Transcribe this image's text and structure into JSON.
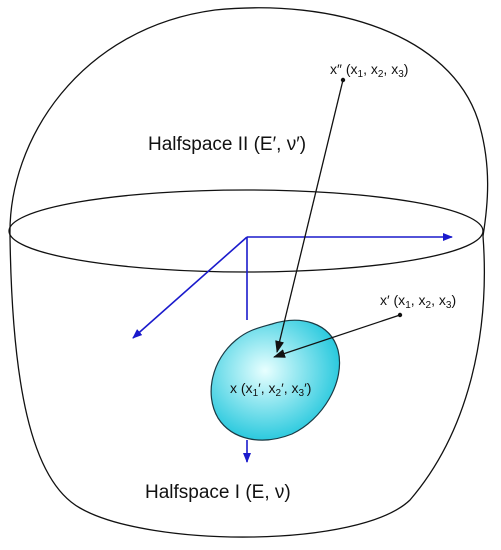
{
  "labels": {
    "halfspace_upper": "Halfspace II (E′, ν′)",
    "halfspace_lower": "Halfspace I (E, ν)",
    "point_double_prime": {
      "base": "x″ (x",
      "s1": "1",
      "c1": ", x",
      "s2": "2",
      "c2": ", x",
      "s3": "3",
      "end": ")"
    },
    "point_prime": {
      "base": "x′ (x",
      "s1": "1",
      "c1": ", x",
      "s2": "2",
      "c2": ", x",
      "s3": "3",
      "end": ")"
    },
    "point_x": {
      "base": "x (x",
      "s1": "1",
      "c1": "′, x",
      "s2": "2",
      "c2": "′, x",
      "s3": "3",
      "end": "′)"
    }
  },
  "colors": {
    "outline": "#111111",
    "axes": "#1a1acc",
    "inclusion_center": "#e8ffff",
    "inclusion_edge": "#1fc6dc",
    "inclusion_stroke": "#1b3a44"
  }
}
